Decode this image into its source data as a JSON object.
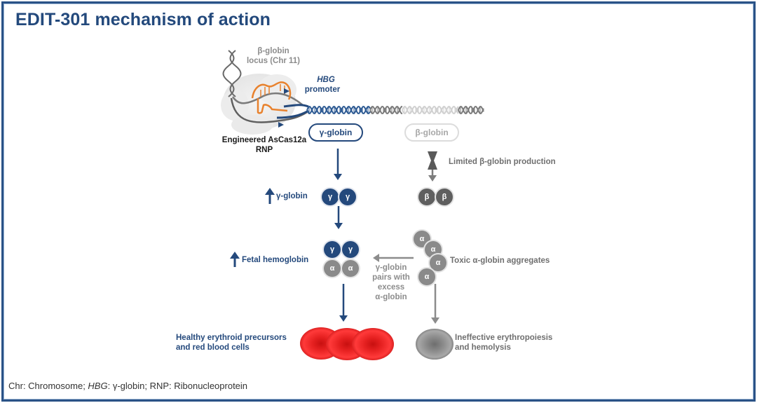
{
  "title": "EDIT-301 mechanism of action",
  "colors": {
    "brand_blue": "#24497c",
    "frame_blue": "#2a5287",
    "gray_text": "#8c8c8c",
    "rbc_red": "#e01f1f",
    "cas_orange": "#e8822e"
  },
  "top": {
    "locus_label_line1": "β-globin",
    "locus_label_line2": "locus (Chr 11)",
    "promoter_line1": "HBG",
    "promoter_line2": "promoter",
    "rnp_line1": "Engineered AsCas12a",
    "rnp_line2": "RNP",
    "gamma_pill": "γ-globin",
    "beta_pill": "β-globin"
  },
  "left_path": {
    "up_gamma_label": "γ-globin",
    "gamma_chain_symbol": "γ",
    "alpha_chain_symbol": "α",
    "fetal_hb_label": "Fetal hemoglobin",
    "healthy_line1": "Healthy erythroid precursors",
    "healthy_line2": "and red blood cells"
  },
  "right_path": {
    "limited_label": "Limited β-globin production",
    "beta_chain_symbol": "β",
    "alpha_chain_symbol": "α",
    "toxic_label": "Toxic α-globin aggregates",
    "pairs_line1": "γ-globin",
    "pairs_line2": "pairs with",
    "pairs_line3": "excess",
    "pairs_line4": "α-globin",
    "ineffective_line1": "Ineffective erythropoiesis",
    "ineffective_line2": "and hemolysis"
  },
  "footnote": {
    "part1": "Chr: Chromosome; ",
    "part2_italic": "HBG",
    "part3": ": γ-globin; RNP: Ribonucleoprotein"
  }
}
